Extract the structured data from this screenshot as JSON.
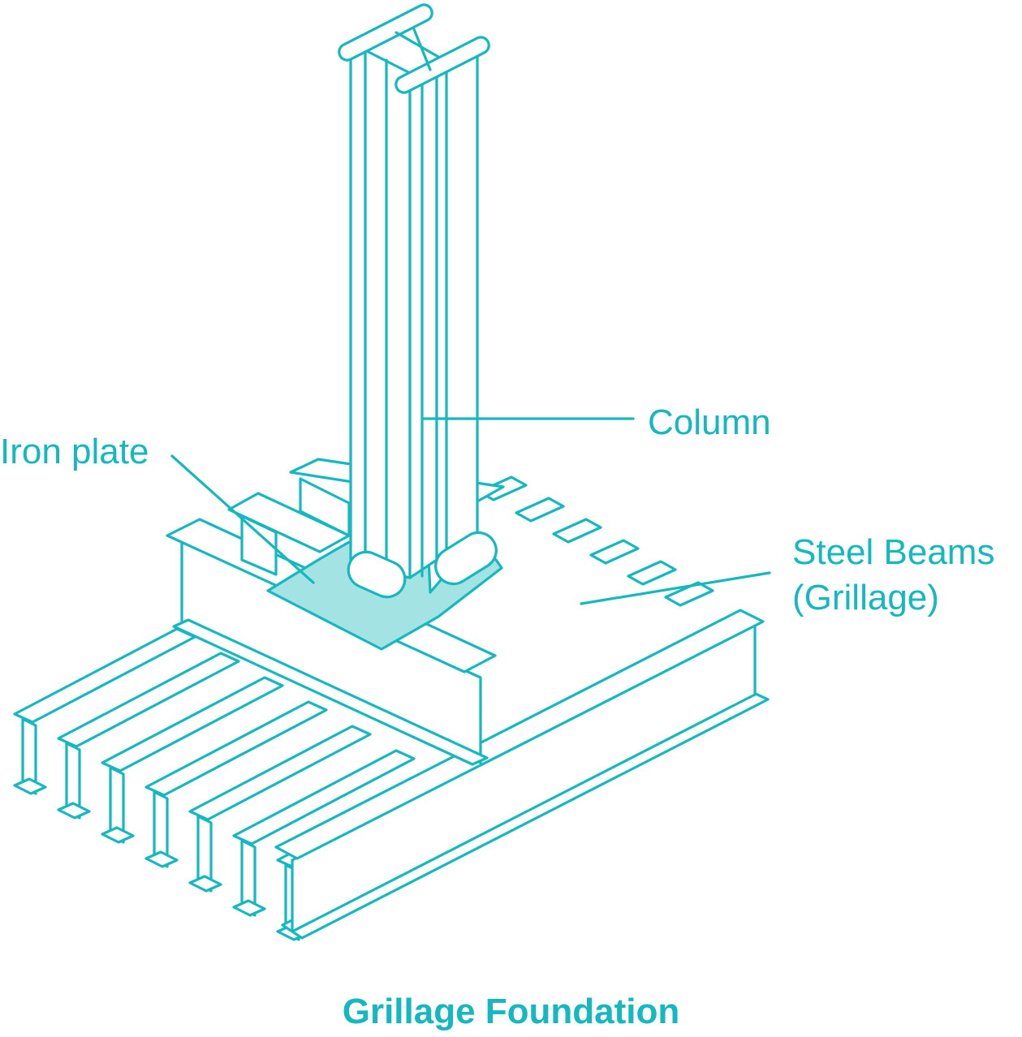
{
  "caption": "Grillage Foundation",
  "labels": {
    "column": "Column",
    "iron_plate": "Iron plate",
    "steel_beams": "Steel Beams",
    "grillage": "(Grillage)"
  },
  "colors": {
    "line": "#14b8be",
    "text": "#14b8be",
    "plate_fill": "#a3e3e3",
    "background": "#ffffff"
  }
}
